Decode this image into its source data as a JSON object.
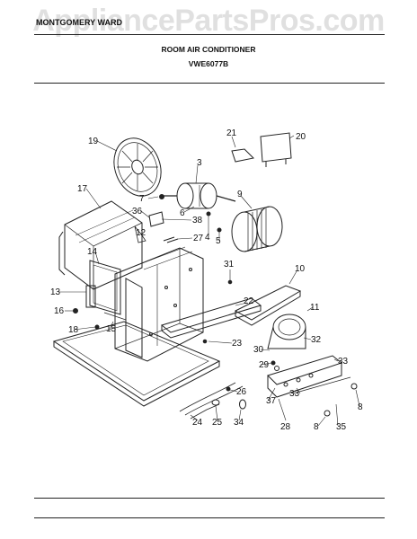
{
  "watermark": "AppliancePartsPros.com",
  "header": {
    "brand": "MONTGOMERY WARD"
  },
  "title": {
    "line1": "ROOM AIR CONDITIONER",
    "model": "VWE6077B"
  },
  "callouts": [
    "19",
    "21",
    "20",
    "3",
    "17",
    "7",
    "9",
    "36",
    "6",
    "38",
    "12",
    "27",
    "4",
    "5",
    "14",
    "31",
    "10",
    "13",
    "22",
    "11",
    "16",
    "18",
    "15",
    "23",
    "30",
    "32",
    "29",
    "33",
    "26",
    "37",
    "33",
    "8",
    "24",
    "25",
    "34",
    "28",
    "8",
    "35"
  ]
}
